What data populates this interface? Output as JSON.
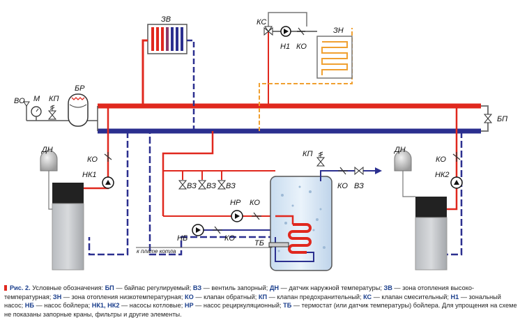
{
  "labels": {
    "zv": "ЗВ",
    "ks": "КС",
    "zn": "ЗН",
    "n1": "Н1",
    "ko_top": "КО",
    "vo": "ВО",
    "m": "М",
    "kp_left": "КП",
    "br": "БР",
    "bp": "БП",
    "dn_left": "ДН",
    "ko_left": "КО",
    "nk1": "НК1",
    "dn_right": "ДН",
    "ko_right": "КО",
    "nk2": "НК2",
    "kp_right": "КП",
    "ko_inlet": "КО",
    "vz_inlet": "ВЗ",
    "vz1": "ВЗ",
    "vz2": "ВЗ",
    "vz3": "ВЗ",
    "nr": "НР",
    "ko_nr": "КО",
    "nb": "НБ",
    "ko_nb": "КО",
    "tb": "ТБ",
    "boiler_board": "к плате котла"
  },
  "caption": {
    "figure": "Рис. 2.",
    "intro": " Условные обозначения: ",
    "legend": [
      {
        "abbr": "БП",
        "text": " — байпас регулируемый; "
      },
      {
        "abbr": "ВЗ",
        "text": " — вентиль запорный; "
      },
      {
        "abbr": "ДН",
        "text": " — датчик наружной температуры; "
      },
      {
        "abbr": "ЗВ",
        "text": " — зона отопления высоко­температурная; "
      },
      {
        "abbr": "ЗН",
        "text": " — зона отопления низкотемпературная; "
      },
      {
        "abbr": "КО",
        "text": " — клапан обратный; "
      },
      {
        "abbr": "КП",
        "text": " — клапан предохранительный; "
      },
      {
        "abbr": "КС",
        "text": " — клапан смесительный; "
      },
      {
        "abbr": "Н1",
        "text": " — зональный насос; "
      },
      {
        "abbr": "НБ",
        "text": " — насос бойлера; "
      },
      {
        "abbr": "НК1, НК2",
        "text": " — насосы котловые; "
      },
      {
        "abbr": "НР",
        "text": " — насос рециркуляционный; "
      },
      {
        "abbr": "ТБ",
        "text": " — термостат (или датчик температуры) бойлера. "
      }
    ],
    "note": "Для упрощения на схеме не показаны запорные краны, фильтры и другие элементы."
  },
  "colors": {
    "supply_red": "#e0281e",
    "return_blue": "#2b2f8f",
    "low_temp_orange": "#f0a030",
    "frame_gray": "#777777",
    "caption_blue": "#1a3e8c"
  }
}
